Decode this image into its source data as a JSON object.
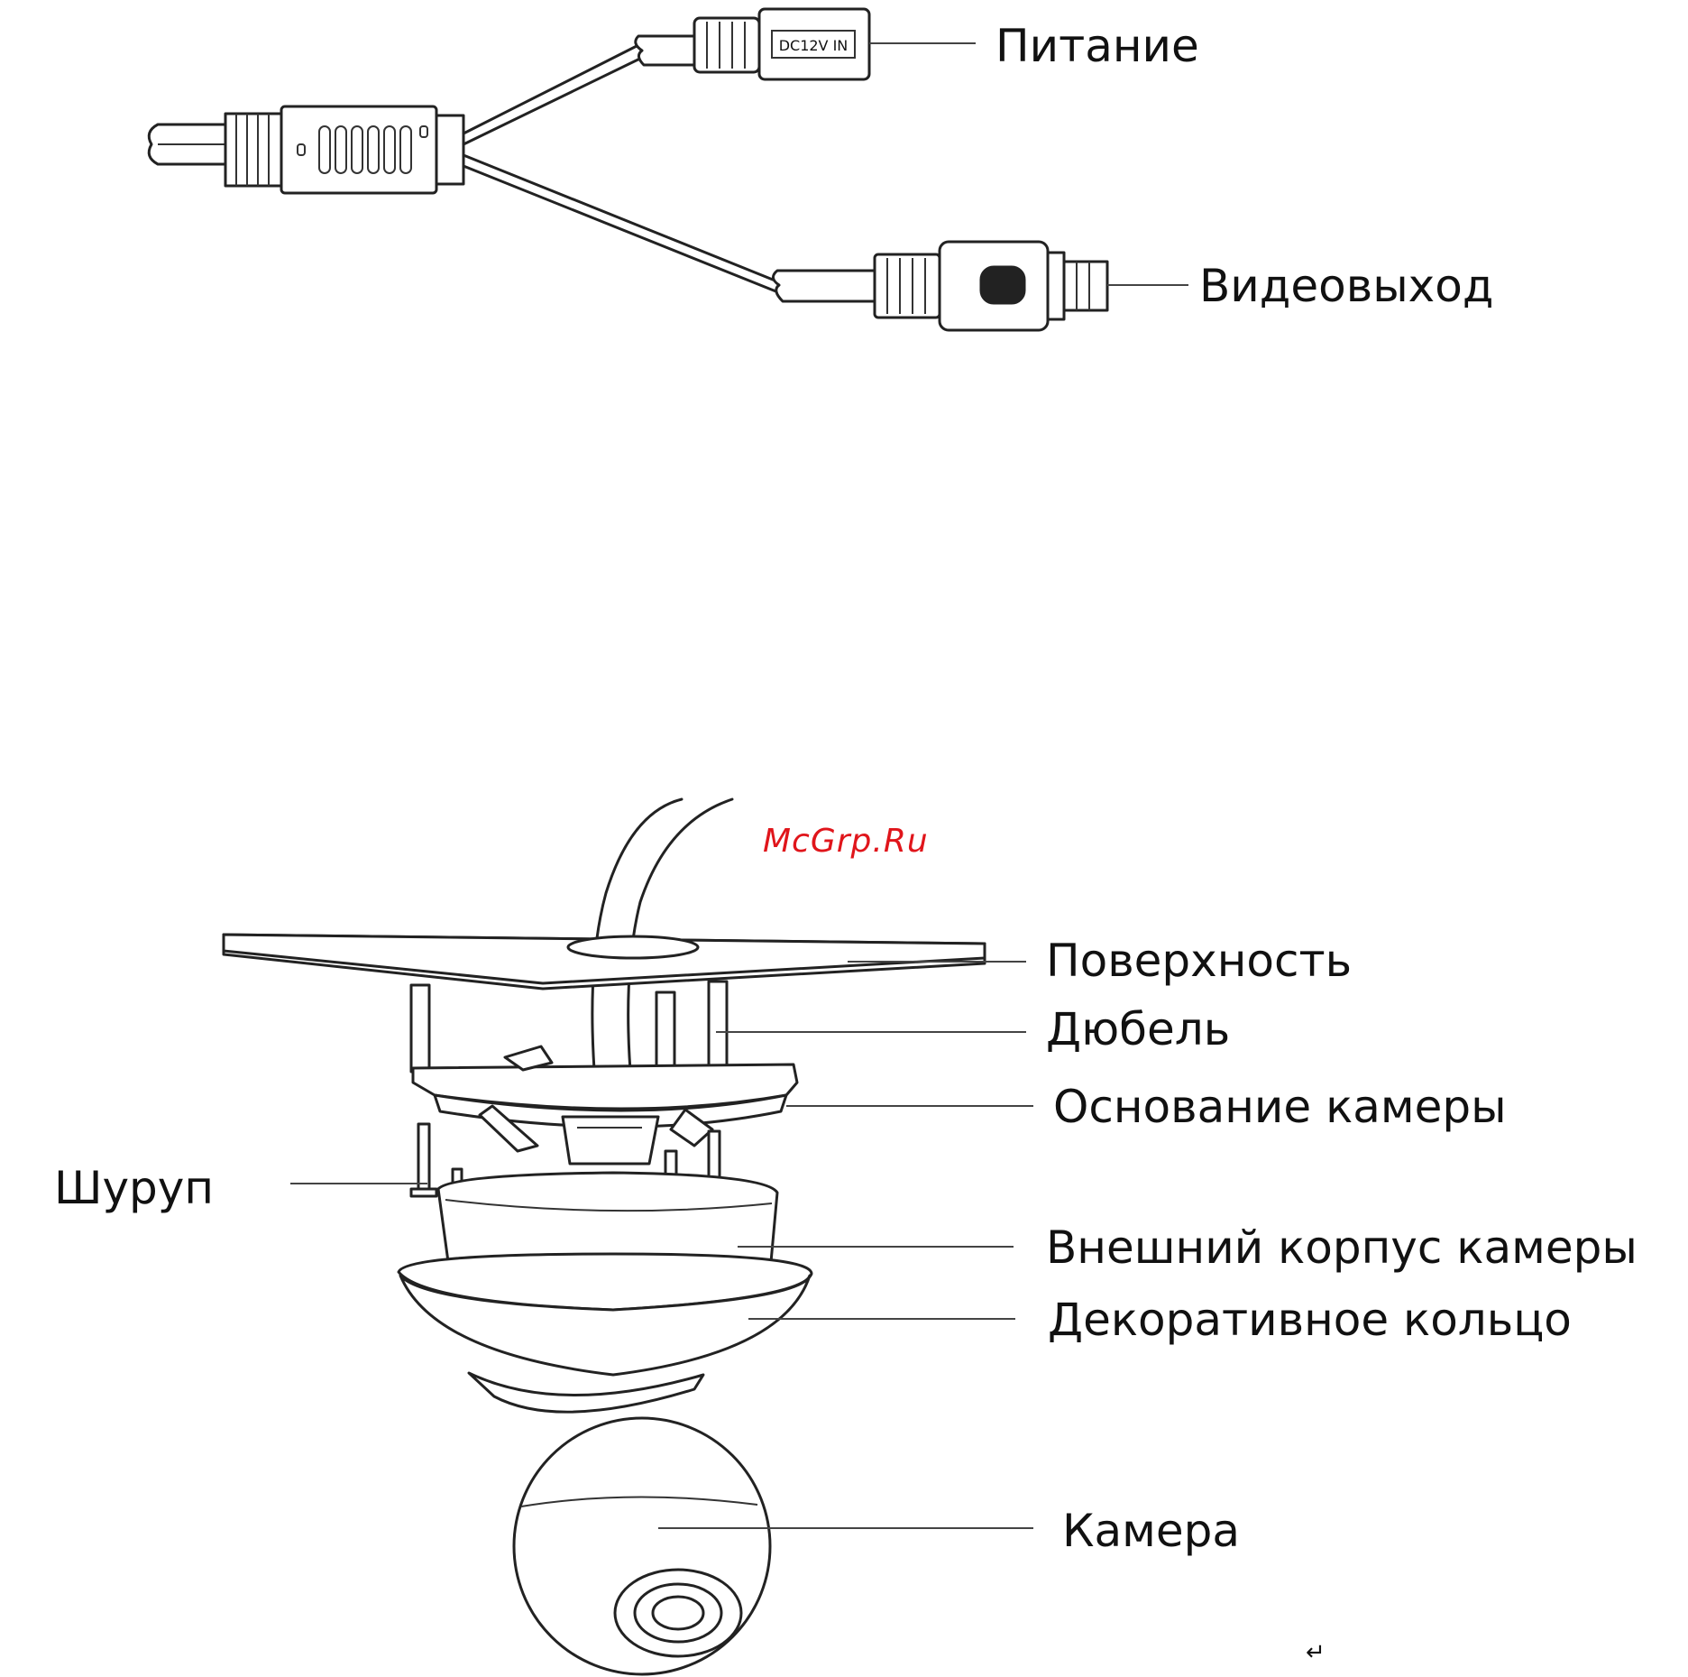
{
  "cable": {
    "power_label": "Питание",
    "video_label": "Видеовыход",
    "jack_text": "DC12V IN"
  },
  "watermark": "McGrp.Ru",
  "mount": {
    "surface": "Поверхность",
    "anchor": "Дюбель",
    "base": "Основание камеры",
    "screw": "Шуруп",
    "housing": "Внешний корпус камеры",
    "ring": "Декоративное кольцо",
    "camera": "Камера"
  },
  "return_mark": "↵"
}
